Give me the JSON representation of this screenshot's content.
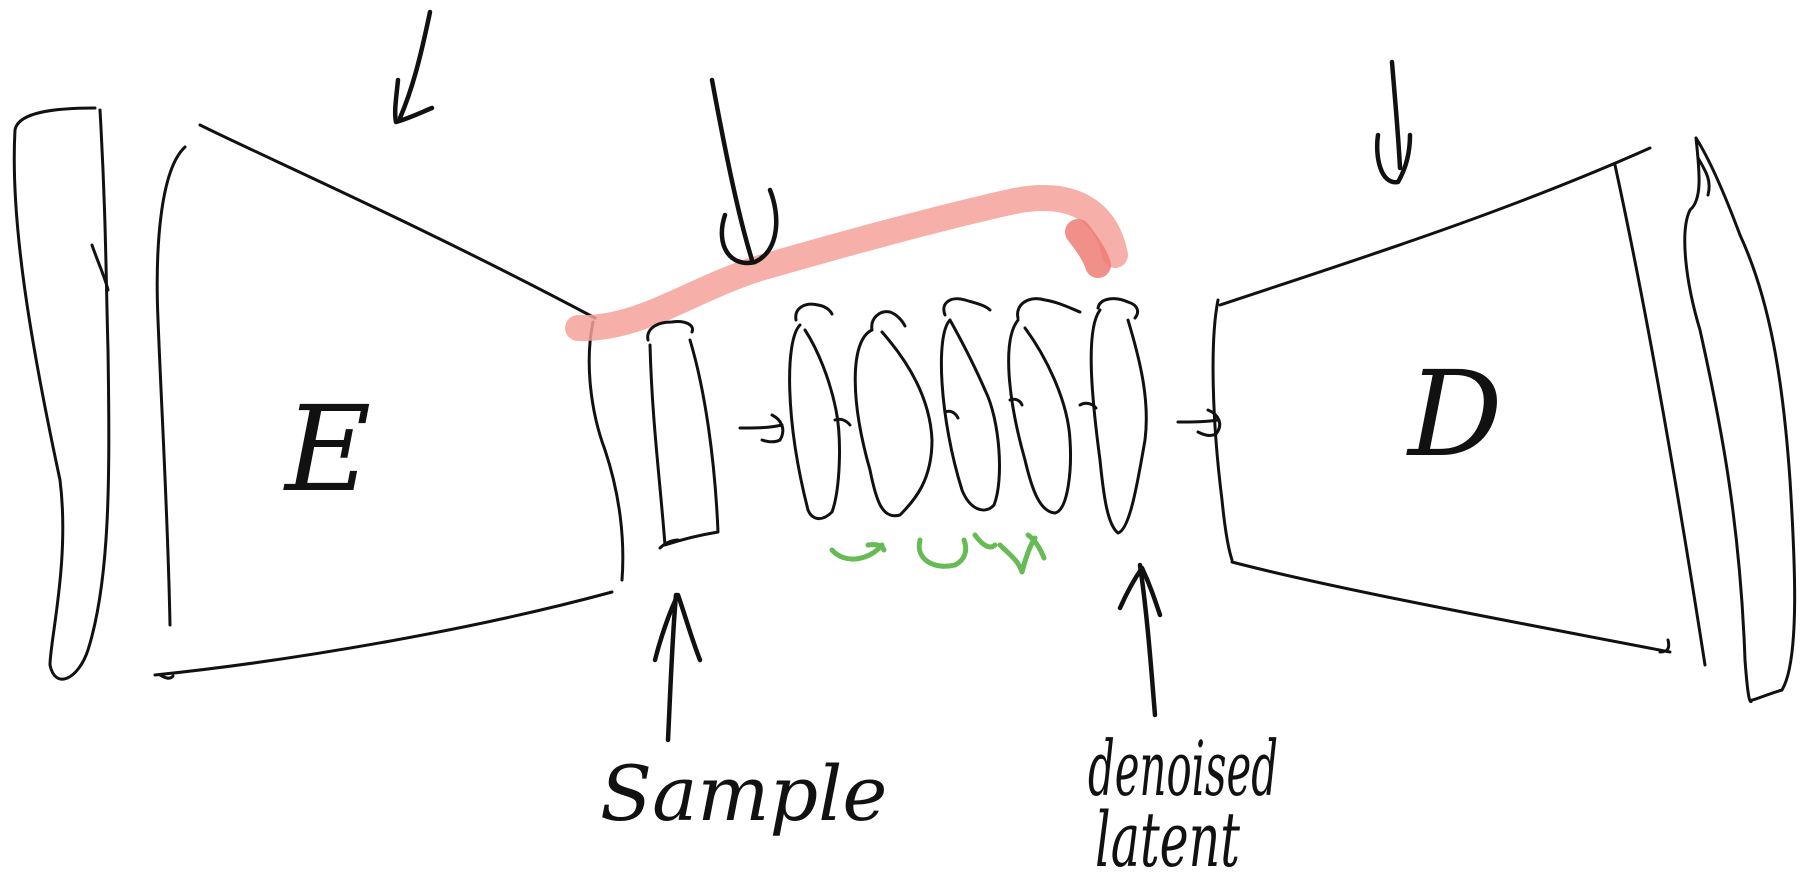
{
  "encoder": {
    "label": "E"
  },
  "decoder": {
    "label": "D"
  },
  "captions": {
    "sample": "Sample",
    "denoised_line1": "denoised",
    "denoised_line2": "latent"
  },
  "colors": {
    "ink": "#111111",
    "skip_connection": "#f4a29a",
    "skip_connection_tip": "#ee7d73",
    "step_arrows": "#66bb55"
  },
  "icons": {
    "encoder_input_arrow": "arrow-down-icon",
    "noise_arrow": "arrow-down-curl-icon",
    "decoder_input_arrow": "arrow-down-icon",
    "sample_pointer": "arrow-up-icon",
    "denoised_pointer": "arrow-up-icon"
  },
  "denoising_steps": 5
}
